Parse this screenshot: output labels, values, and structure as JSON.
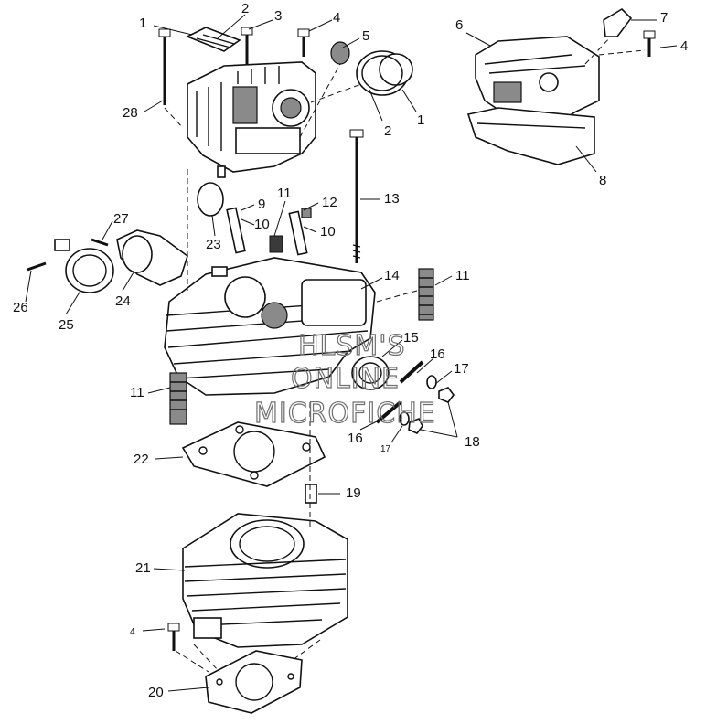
{
  "diagram": {
    "callouts": {
      "c1_left": "1",
      "c2_top": "2",
      "c3": "3",
      "c4_top": "4",
      "c5_top": "5",
      "c2_mid": "2",
      "c1_mid": "1",
      "c6": "6",
      "c7": "7",
      "c4_right": "4",
      "c8": "8",
      "c28": "28",
      "c9": "9",
      "c11_mid": "11",
      "c12": "12",
      "c13": "13",
      "c10_a": "10",
      "c10_b": "10",
      "c27": "27",
      "c23": "23",
      "c26": "26",
      "c24": "24",
      "c25": "25",
      "c14": "14",
      "c11_right": "11",
      "c15": "15",
      "c16_top": "16",
      "c17_top": "17",
      "c11_left": "11",
      "c16_bottom": "16",
      "c17_bottom": "17",
      "c18": "18",
      "c22": "22",
      "c19": "19",
      "c21": "21",
      "c4_bottom": "4",
      "c20": "20"
    },
    "watermark": {
      "line1": "HLSM'S",
      "line2": "ONLINE",
      "line3": "MICROFICHE"
    }
  }
}
